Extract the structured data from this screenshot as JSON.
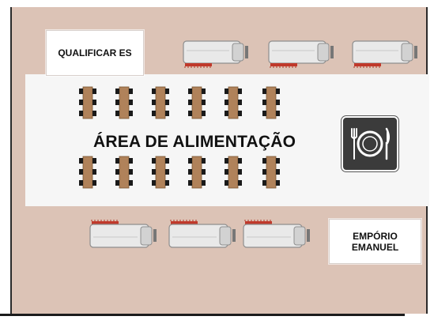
{
  "labels": {
    "qualificar": "QUALIFICAR ES",
    "area_title": "ÁREA DE ALIMENTAÇÃO",
    "emporio": "EMPÓRIO EMANUEL"
  },
  "icons": {
    "restaurant": "restaurant-plate-fork-knife-icon",
    "food_truck": "food-truck-icon",
    "dining_table": "dining-table-icon"
  },
  "colors": {
    "floor": "#dcc3b6",
    "band": "#f6f6f6",
    "table": "#b0825a",
    "chair": "#1a1a1a",
    "truck_body": "#e8e8e8",
    "awning": "#c0392b",
    "icon_bg": "#3b3b3b"
  }
}
